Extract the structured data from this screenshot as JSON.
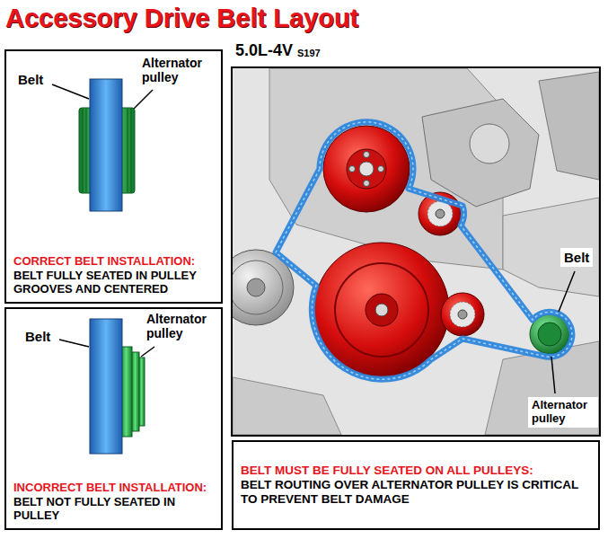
{
  "diagram": {
    "title": "Accessory Drive Belt Layout",
    "nodes": [
      {
        "text": [
          "CORRECT BELT INSTALLATION:",
          "BELT FULLY SEATED IN PULLEY GROOVES AND CENTERED"
        ]
      },
      {
        "text": [
          "INCORRECT BELT INSTALLATION:",
          "BELT NOT FULLY SEATED IN PULLEY"
        ]
      },
      {
        "text": [
          "BELT MUST BE FULLY SEATED ON ALL PULLEYS:",
          "BELT ROUTING OVER ALTERNATOR PULLEY IS CRITICAL TO PREVENT BELT DAMAGE"
        ]
      }
    ],
    "labels": [
      "5.0L-4V",
      "S197",
      "Belt",
      "Alternator pulley",
      "Belt",
      "Alternator pulley",
      "Belt",
      "Alternator pulley"
    ]
  }
}
